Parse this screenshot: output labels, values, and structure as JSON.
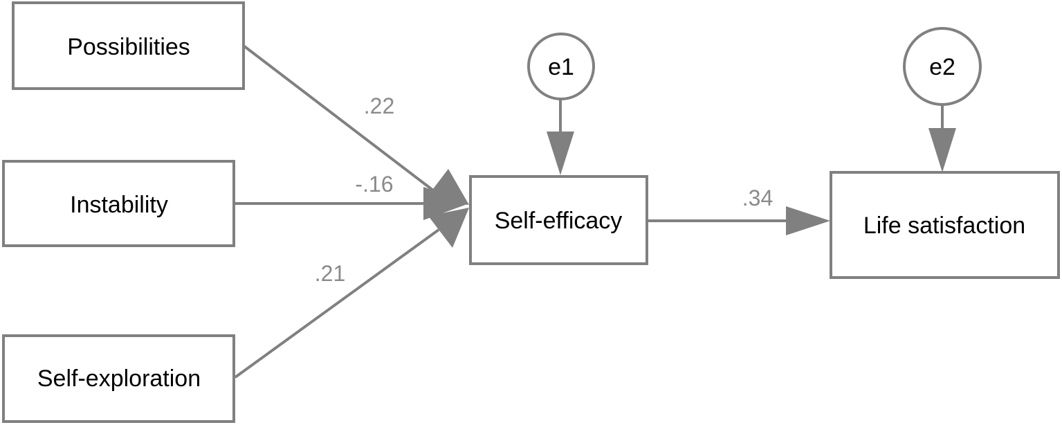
{
  "colors": {
    "stroke": "#808080",
    "coefficient_text": "#8a8a8a",
    "label_text": "#000000",
    "background": "#ffffff"
  },
  "nodes": {
    "possibilities": "Possibilities",
    "instability": "Instability",
    "self_exploration": "Self-exploration",
    "self_efficacy": "Self-efficacy",
    "life_satisfaction": "Life satisfaction"
  },
  "errors": {
    "e1": "e1",
    "e2": "e2"
  },
  "paths": {
    "possibilities_to_self_efficacy": ".22",
    "instability_to_self_efficacy": "-.16",
    "self_exploration_to_self_efficacy": ".21",
    "self_efficacy_to_life_satisfaction": ".34"
  }
}
